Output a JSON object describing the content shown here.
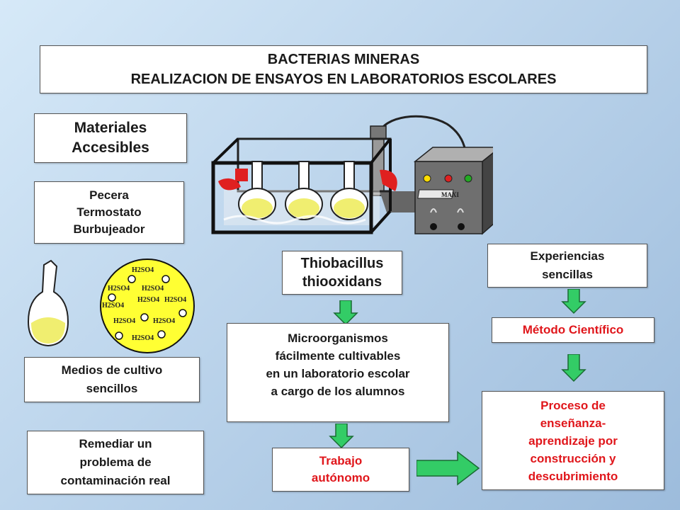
{
  "title": {
    "line1": "BACTERIAS MINERAS",
    "line2": "REALIZACION DE ENSAYOS EN LABORATORIOS ESCOLARES"
  },
  "materiales": {
    "line1": "Materiales",
    "line2": "Accesibles"
  },
  "equipos": {
    "line1": "Pecera",
    "line2": "Termostato",
    "line3": "Burbujeador"
  },
  "thermostat_label": "MAXI",
  "acid_formula": "H2SO4",
  "medios": {
    "line1": "Medios de cultivo",
    "line2": "sencillos"
  },
  "remediar": {
    "line1": "Remediar un",
    "line2": "problema de",
    "line3": "contaminación real"
  },
  "thiobacillus": {
    "line1": "Thiobacillus",
    "line2": "thiooxidans"
  },
  "microorganismos": {
    "line1": "Microorganismos",
    "line2": "fácilmente cultivables",
    "line3": "en un laboratorio escolar",
    "line4": "a cargo de los alumnos"
  },
  "trabajo": {
    "line1": "Trabajo",
    "line2": "autónomo"
  },
  "experiencias": {
    "line1": "Experiencias",
    "line2": "sencillas"
  },
  "metodo": "Método Científico",
  "proceso": {
    "line1": "Proceso de",
    "line2": "enseñanza-",
    "line3": "aprendizaje por",
    "line4": "construcción y",
    "line5": "descubrimiento"
  },
  "colors": {
    "red_text": "#e0161b",
    "arrow_green": "#33cc66",
    "flask_liquid": "#f0ee70"
  }
}
